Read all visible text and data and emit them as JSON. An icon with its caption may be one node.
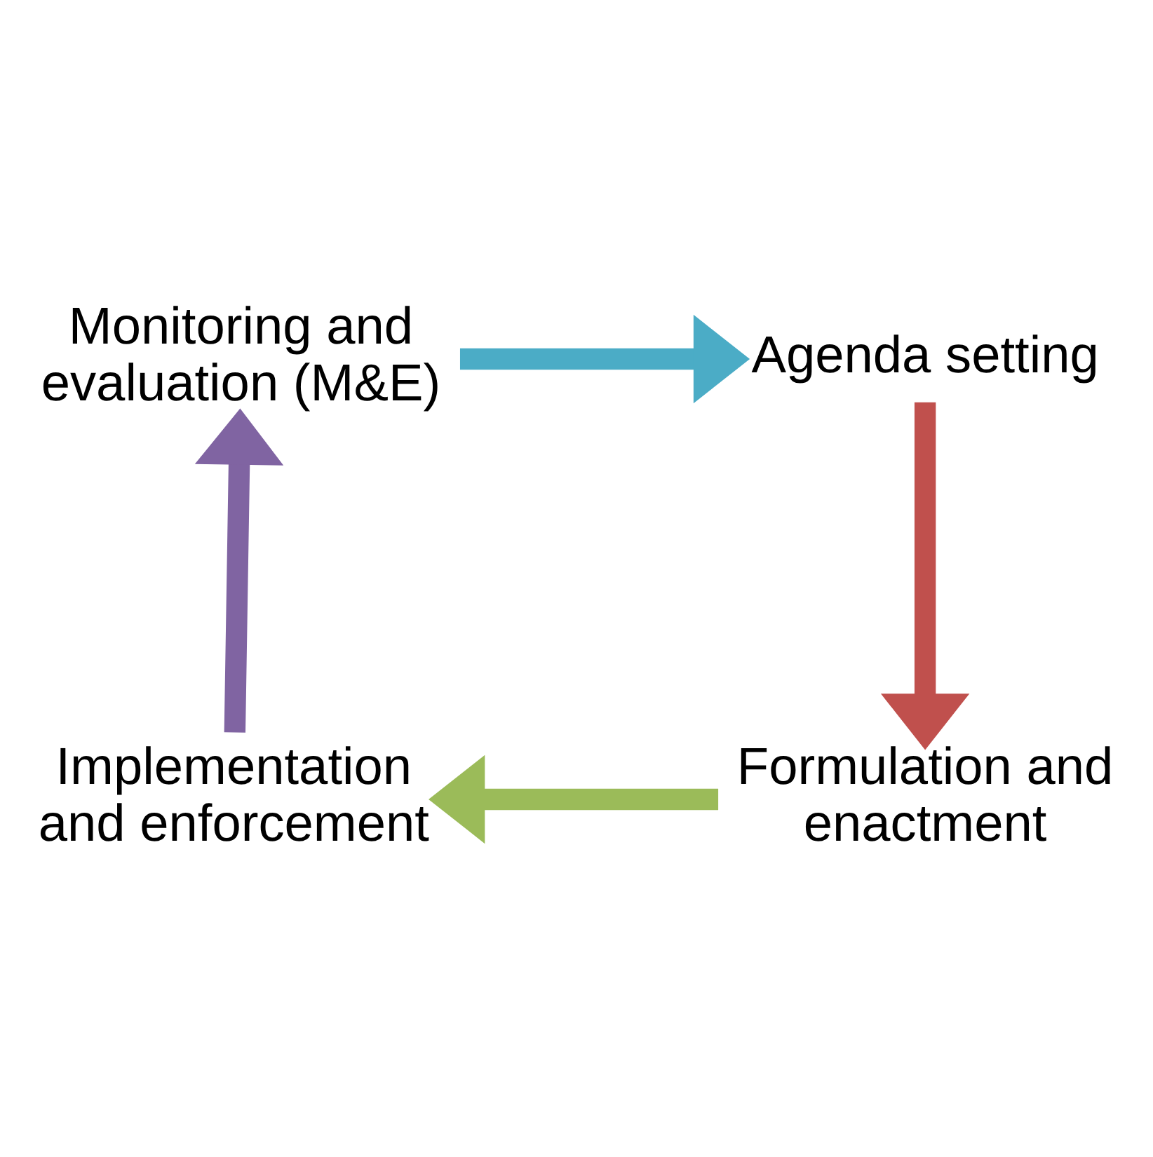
{
  "diagram": {
    "nodes": [
      {
        "text": [
          "Monitoring and evaluation (M&E)"
        ]
      },
      {
        "text": [
          "Agenda setting"
        ]
      },
      {
        "text": [
          "Formulation and enactment"
        ]
      },
      {
        "text": [
          "Implementation and enforcement"
        ]
      }
    ],
    "edges": [
      {
        "from": 0,
        "to": 1,
        "arrow": "to",
        "color": "#4bacc6"
      },
      {
        "from": 1,
        "to": 2,
        "arrow": "to",
        "color": "#c0504d"
      },
      {
        "from": 2,
        "to": 3,
        "arrow": "to",
        "color": "#9bbb59"
      },
      {
        "from": 3,
        "to": 0,
        "arrow": "to",
        "color": "#8064a2"
      }
    ]
  }
}
